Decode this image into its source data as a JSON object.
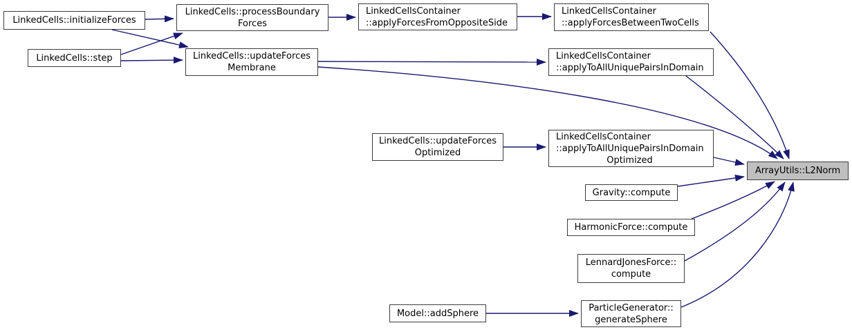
{
  "diagram": {
    "kind": "doxygen-caller-graph",
    "target_function": "ArrayUtils::L2Norm"
  },
  "colors": {
    "edge": "#191970",
    "node_border": "#3c3c3c",
    "node_fill": "#ffffff",
    "target_node_fill": "#bfbfbf",
    "text": "#000000",
    "background": "#ffffff"
  },
  "nodes": {
    "initializeForces": {
      "lines": [
        "LinkedCells::initializeForces"
      ]
    },
    "step": {
      "lines": [
        "LinkedCells::step"
      ]
    },
    "processBoundaryForces": {
      "lines": [
        "LinkedCells::processBoundary",
        "Forces"
      ]
    },
    "updateForcesMembrane": {
      "lines": [
        "LinkedCells::updateForces",
        "Membrane"
      ]
    },
    "applyForcesFromOppositeSide": {
      "lines": [
        "LinkedCellsContainer",
        "::applyForcesFromOppositeSide"
      ]
    },
    "applyForcesBetweenTwoCells": {
      "lines": [
        "LinkedCellsContainer",
        "::applyForcesBetweenTwoCells"
      ]
    },
    "applyToAllUniquePairsInDomain": {
      "lines": [
        "LinkedCellsContainer",
        "::applyToAllUniquePairsInDomain"
      ]
    },
    "updateForcesOptimized": {
      "lines": [
        "LinkedCells::updateForces",
        "Optimized"
      ]
    },
    "applyToAllUniquePairsInDomainOptimized": {
      "lines": [
        "LinkedCellsContainer",
        "::applyToAllUniquePairsInDomain",
        "Optimized"
      ]
    },
    "gravityCompute": {
      "lines": [
        "Gravity::compute"
      ]
    },
    "harmonicForceCompute": {
      "lines": [
        "HarmonicForce::compute"
      ]
    },
    "lennardJonesForceCompute": {
      "lines": [
        "LennardJonesForce::",
        "compute"
      ]
    },
    "modelAddSphere": {
      "lines": [
        "Model::addSphere"
      ]
    },
    "generateSphere": {
      "lines": [
        "ParticleGenerator::",
        "generateSphere"
      ]
    },
    "l2norm": {
      "lines": [
        "ArrayUtils::L2Norm"
      ]
    }
  },
  "edges": [
    {
      "from": "LinkedCells::initializeForces",
      "to": "LinkedCells::processBoundaryForces"
    },
    {
      "from": "LinkedCells::initializeForces",
      "to": "LinkedCells::updateForcesMembrane"
    },
    {
      "from": "LinkedCells::step",
      "to": "LinkedCells::processBoundaryForces"
    },
    {
      "from": "LinkedCells::step",
      "to": "LinkedCells::updateForcesMembrane"
    },
    {
      "from": "LinkedCells::processBoundaryForces",
      "to": "LinkedCellsContainer::applyForcesFromOppositeSide"
    },
    {
      "from": "LinkedCellsContainer::applyForcesFromOppositeSide",
      "to": "LinkedCellsContainer::applyForcesBetweenTwoCells"
    },
    {
      "from": "LinkedCells::updateForcesMembrane",
      "to": "LinkedCellsContainer::applyToAllUniquePairsInDomain"
    },
    {
      "from": "LinkedCells::updateForcesMembrane",
      "to": "ArrayUtils::L2Norm"
    },
    {
      "from": "LinkedCellsContainer::applyForcesBetweenTwoCells",
      "to": "ArrayUtils::L2Norm"
    },
    {
      "from": "LinkedCellsContainer::applyToAllUniquePairsInDomain",
      "to": "ArrayUtils::L2Norm"
    },
    {
      "from": "LinkedCells::updateForcesOptimized",
      "to": "LinkedCellsContainer::applyToAllUniquePairsInDomainOptimized"
    },
    {
      "from": "LinkedCellsContainer::applyToAllUniquePairsInDomainOptimized",
      "to": "ArrayUtils::L2Norm"
    },
    {
      "from": "Gravity::compute",
      "to": "ArrayUtils::L2Norm"
    },
    {
      "from": "HarmonicForce::compute",
      "to": "ArrayUtils::L2Norm"
    },
    {
      "from": "LennardJonesForce::compute",
      "to": "ArrayUtils::L2Norm"
    },
    {
      "from": "Model::addSphere",
      "to": "ParticleGenerator::generateSphere"
    },
    {
      "from": "ParticleGenerator::generateSphere",
      "to": "ArrayUtils::L2Norm"
    }
  ]
}
